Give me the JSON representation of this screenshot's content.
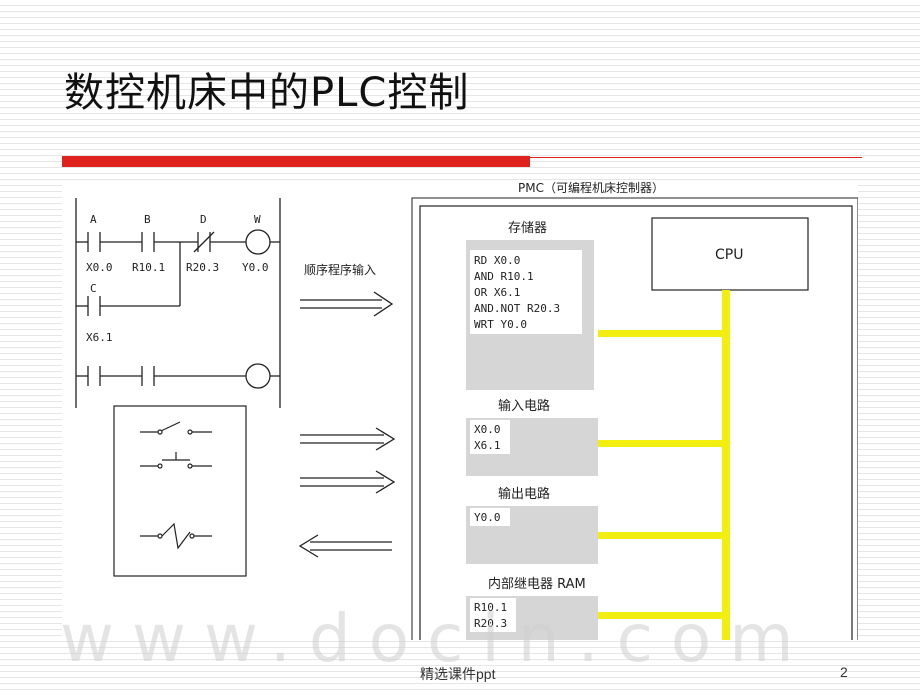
{
  "slide": {
    "title": "数控机床中的PLC控制",
    "footer": "精选课件ppt",
    "page_number": "2",
    "watermark": "www.docin.com"
  },
  "ladder": {
    "contact_labels": [
      "A",
      "B",
      "D",
      "W"
    ],
    "contact_addresses": [
      "X0.0",
      "R10.1",
      "R20.3",
      "Y0.0"
    ],
    "branch_label": "C",
    "branch_address": "X6.1"
  },
  "arrows": {
    "sequence_input_label": "顺序程序输入"
  },
  "pmc": {
    "header": "PMC（可编程机床控制器）",
    "cpu_label": "CPU",
    "memory": {
      "label": "存储器",
      "lines": [
        "RD X0.0",
        "AND R10.1",
        "OR X6.1",
        "AND.NOT R20.3",
        "WRT Y0.0"
      ]
    },
    "input_circuit": {
      "label": "输入电路",
      "lines": [
        "X0.0",
        "X6.1"
      ]
    },
    "output_circuit": {
      "label": "输出电路",
      "lines": [
        "Y0.0"
      ]
    },
    "internal_relay": {
      "label": "内部继电器 RAM",
      "lines": [
        "R10.1",
        "R20.3"
      ]
    }
  },
  "colors": {
    "accent_red": "#e0221f",
    "bus_yellow": "#f2ef10",
    "box_gray": "#d6d6d6"
  }
}
